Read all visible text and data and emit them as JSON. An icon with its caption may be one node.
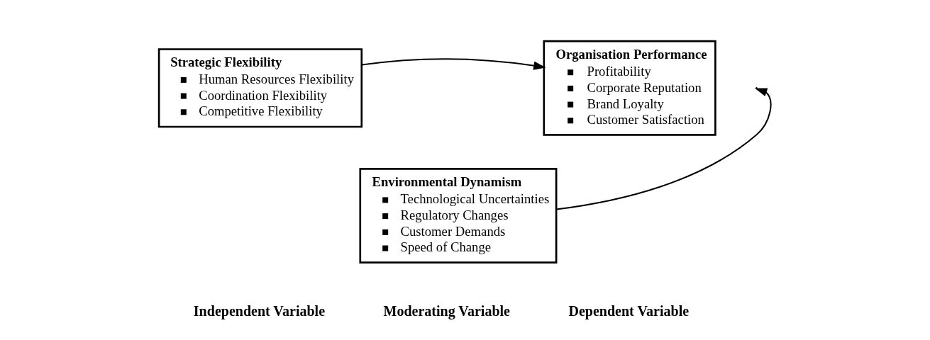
{
  "diagram": {
    "nodes": [
      {
        "text": [
          "Strategic Flexibility",
          "Human Resources Flexibility",
          "Coordination Flexibility",
          "Competitive Flexibility"
        ]
      },
      {
        "text": [
          "Organisation Performance",
          "Profitability",
          "Corporate Reputation",
          "Brand Loyalty",
          "Customer Satisfaction"
        ]
      },
      {
        "text": [
          "Environmental Dynamism",
          "Technological Uncertainties",
          "Regulatory Changes",
          "Customer Demands",
          "Speed of Change"
        ]
      }
    ],
    "edges": [
      {
        "from": 0,
        "to": 1,
        "arrow": "to"
      },
      {
        "from": 2,
        "to": null,
        "arrow": "to"
      }
    ],
    "labels": [
      "Independent Variable",
      "Moderating Variable",
      "Dependent Variable"
    ]
  }
}
